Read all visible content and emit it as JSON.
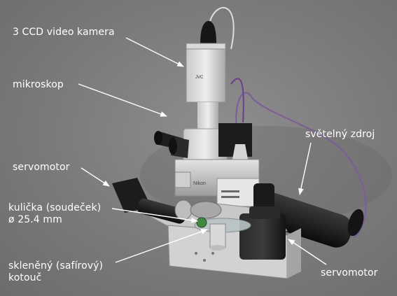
{
  "labels": {
    "camera": "3 CCD video kamera",
    "microscope": "mikroskop",
    "servomotor_left": "servomotor",
    "ball_line1": "kulička (soudeček)",
    "ball_line2": "ø 25.4 mm",
    "light_source": "světelný zdroj",
    "disc_line1": "skleněný (safírový)",
    "disc_line2": "kotouč",
    "servomotor_right": "servomotor"
  },
  "device_marks": {
    "camera_brand": "JVC",
    "microscope_brand": "Nikon"
  }
}
